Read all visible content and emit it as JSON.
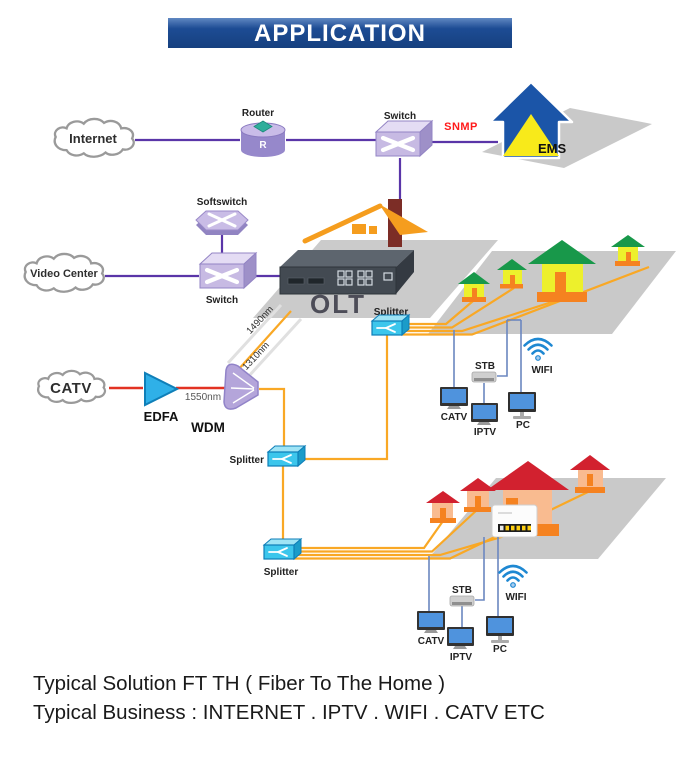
{
  "banner": {
    "title": "APPLICATION"
  },
  "clouds": {
    "internet": "Internet",
    "video_center": "Video Center",
    "catv": "CATV"
  },
  "nodes": {
    "router": "Router",
    "switch_top": "Switch",
    "softswitch": "Softswitch",
    "switch_core": "Switch",
    "snmp": "SNMP",
    "ems": "EMS",
    "olt": "OLT",
    "edfa": "EDFA",
    "wdm": "WDM",
    "splitter": "Splitter"
  },
  "wavelengths": {
    "catv_feed": "1550nm",
    "downstream": "1490nm",
    "upstream": "1310nm"
  },
  "cpe": {
    "stb": "STB",
    "wifi": "WIFI",
    "catv": "CATV",
    "iptv": "IPTV",
    "pc": "PC"
  },
  "footer": {
    "line1": "Typical Solution FT TH ( Fiber To The Home )",
    "line2": "Typical Business : INTERNET . IPTV . WIFI . CATV ETC"
  },
  "colors": {
    "banner_blue": "#1d4c94",
    "link_purple": "#5a35a8",
    "fiber_orange": "#f9a825",
    "catv_red": "#e23222",
    "snmp_red": "#ff1a1a",
    "splitter_cyan": "#3cc6ec",
    "platform_gray": "#c9c9c9",
    "house_green": "#18984a",
    "house_yellow": "#edf02c",
    "house_orange": "#f58220",
    "roof_red": "#d2212f",
    "house_peach": "#f9bb90",
    "device_blue": "#4f93dd",
    "ems_blue": "#1b55a8",
    "ems_yellow": "#f8ea1a"
  }
}
